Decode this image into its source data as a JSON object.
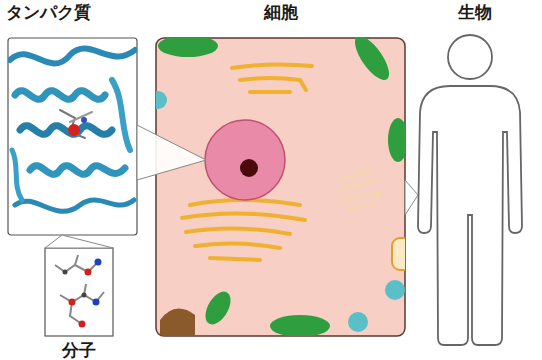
{
  "diagram": {
    "nodes": [
      {
        "text": [
          "タンパク質"
        ]
      },
      {
        "text": [
          "細胞"
        ]
      },
      {
        "text": [
          "生物"
        ]
      },
      {
        "text": [
          "分子"
        ]
      }
    ],
    "edges": [
      {
        "from": 1,
        "to": 0,
        "arrow": "none"
      },
      {
        "from": 2,
        "to": 1,
        "arrow": "none"
      },
      {
        "from": 0,
        "to": 3,
        "arrow": "none"
      }
    ]
  }
}
